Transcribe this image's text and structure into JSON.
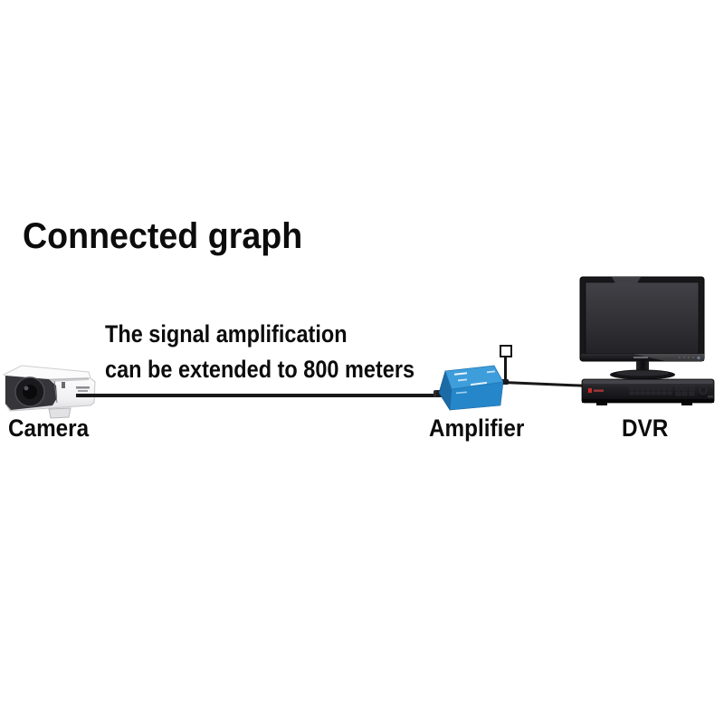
{
  "title": "Connected graph",
  "annotation": {
    "line1": "The signal amplification",
    "line2": "can be extended to 800 meters"
  },
  "nodes": {
    "camera": {
      "label": "Camera"
    },
    "amplifier": {
      "label": "Amplifier"
    },
    "dvr": {
      "label": "DVR"
    }
  },
  "edges": [
    {
      "from": "camera",
      "to": "amplifier",
      "style": "black-cable"
    },
    {
      "from": "amplifier",
      "to": "dvr",
      "style": "black-cable"
    },
    {
      "from": "amplifier",
      "to": "antenna",
      "style": "black-cable"
    }
  ],
  "icons": {
    "camera": "bullet-cctv-camera",
    "amplifier": "blue-signal-amplifier-box",
    "antenna": "small-square-antenna",
    "dvr": "dvr-recorder-with-monitor"
  },
  "colors": {
    "background": "#ffffff",
    "text": "#0c0c0c",
    "wire": "#181818",
    "amplifier_top": "#3e9edb",
    "amplifier_front": "#2587c9",
    "amplifier_side": "#1b6ba6",
    "camera_body": "#f4f4f6",
    "camera_front": "#35353a",
    "device_black": "#161618"
  }
}
